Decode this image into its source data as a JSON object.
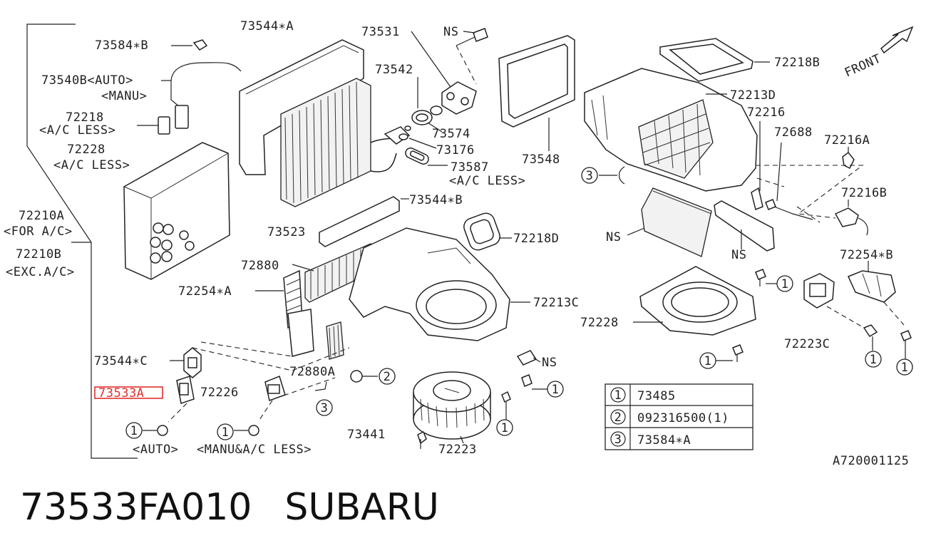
{
  "labels": {
    "l73544a": "73544∗A",
    "l73531": "73531",
    "lns_top": "NS",
    "l73584b": "73584∗B",
    "l73540b": "73540B<AUTO>",
    "lmanu": "<MANU>",
    "l73542": "73542",
    "l72218b": "72218B",
    "lfront": "FRONT",
    "l72213d": "72213D",
    "l72218": "72218",
    "lacless1": "<A/C LESS>",
    "l73574": "73574",
    "l72216": "72216",
    "l72228top": "72228",
    "lacless2": "<A/C LESS>",
    "l73176": "73176",
    "l72688": "72688",
    "l72216a": "72216A",
    "l73548": "73548",
    "l73587": "73587",
    "lacless3": "<A/C LESS>",
    "l72216b": "72216B",
    "l73544b": "73544∗B",
    "l72210a": "72210A",
    "lforac": "<FOR A/C>",
    "l73523": "73523",
    "l72218d": "72218D",
    "lns_mid": "NS",
    "l72210b": "72210B",
    "lexcac": "<EXC.A/C>",
    "lns_mid2": "NS",
    "l72254b": "72254∗B",
    "l72880": "72880",
    "l72254a": "72254∗A",
    "l72213c": "72213C",
    "l72228": "72228",
    "l72223c": "72223C",
    "l73544c": "73544∗C",
    "lns_low": "NS",
    "l72880a": "72880A",
    "l73533a": "73533A",
    "l72226": "72226",
    "l73441": "73441",
    "l72223": "72223",
    "lauto": "<AUTO>",
    "lmanuacless": "<MANU&A/C LESS>",
    "ref": "A720001125"
  },
  "callouts": {
    "c1": "1",
    "c2": "2",
    "c3": "3"
  },
  "legend": {
    "rows": [
      {
        "num": "1",
        "part": "73485"
      },
      {
        "num": "2",
        "part": "092316500(1)"
      },
      {
        "num": "3",
        "part": "73584∗A"
      }
    ]
  },
  "caption": {
    "part_number": "73533FA010",
    "brand": "SUBARU"
  },
  "colors": {
    "highlight": "#e03030",
    "line": "#222222"
  }
}
